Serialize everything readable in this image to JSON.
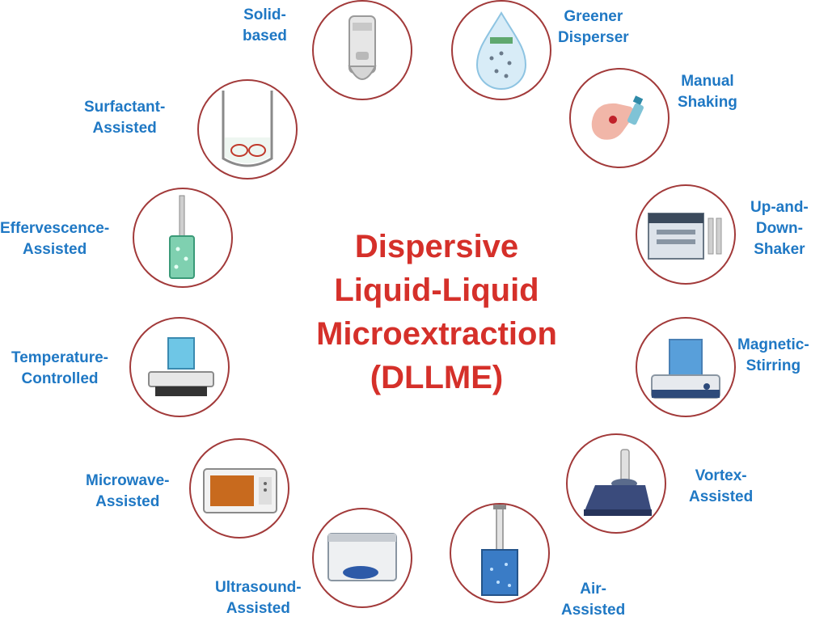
{
  "title": {
    "line1": "Dispersive",
    "line2": "Liquid-Liquid",
    "line3": "Microextraction",
    "line4": "(DLLME)"
  },
  "techniques": [
    {
      "id": "solid-based",
      "line1": "Solid-",
      "line2": "based",
      "icon": "centrifuge-tube-icon"
    },
    {
      "id": "greener-disperser",
      "line1": "Greener",
      "line2": "Disperser",
      "icon": "water-drop-icon"
    },
    {
      "id": "manual-shaking",
      "line1": "Manual",
      "line2": "Shaking",
      "icon": "hand-shaking-tube-icon"
    },
    {
      "id": "up-and-down-shaker",
      "line1": "Up-and-",
      "line2": "Down-",
      "line3": "Shaker",
      "icon": "shaker-machine-icon"
    },
    {
      "id": "magnetic-stirring",
      "line1": "Magnetic-",
      "line2": "Stirring",
      "icon": "magnetic-stirrer-icon"
    },
    {
      "id": "vortex-assisted",
      "line1": "Vortex-",
      "line2": "Assisted",
      "icon": "vortex-mixer-icon"
    },
    {
      "id": "air-assisted",
      "line1": "Air-",
      "line2": "Assisted",
      "icon": "syringe-in-beaker-icon"
    },
    {
      "id": "ultrasound-assisted",
      "line1": "Ultrasound-",
      "line2": "Assisted",
      "icon": "ultrasonic-bath-icon"
    },
    {
      "id": "microwave-assisted",
      "line1": "Microwave-",
      "line2": "Assisted",
      "icon": "microwave-oven-icon"
    },
    {
      "id": "temperature-controlled",
      "line1": "Temperature-",
      "line2": "Controlled",
      "icon": "hot-plate-icon"
    },
    {
      "id": "effervescence-assisted",
      "line1": "Effervescence-",
      "line2": "Assisted",
      "icon": "bubbling-flask-icon"
    },
    {
      "id": "surfactant-assisted",
      "line1": "Surfactant-",
      "line2": "Assisted",
      "icon": "micelle-beaker-icon"
    }
  ],
  "colors": {
    "title": "#d5302a",
    "label": "#1f78c4",
    "ring": "#a23a3a"
  }
}
